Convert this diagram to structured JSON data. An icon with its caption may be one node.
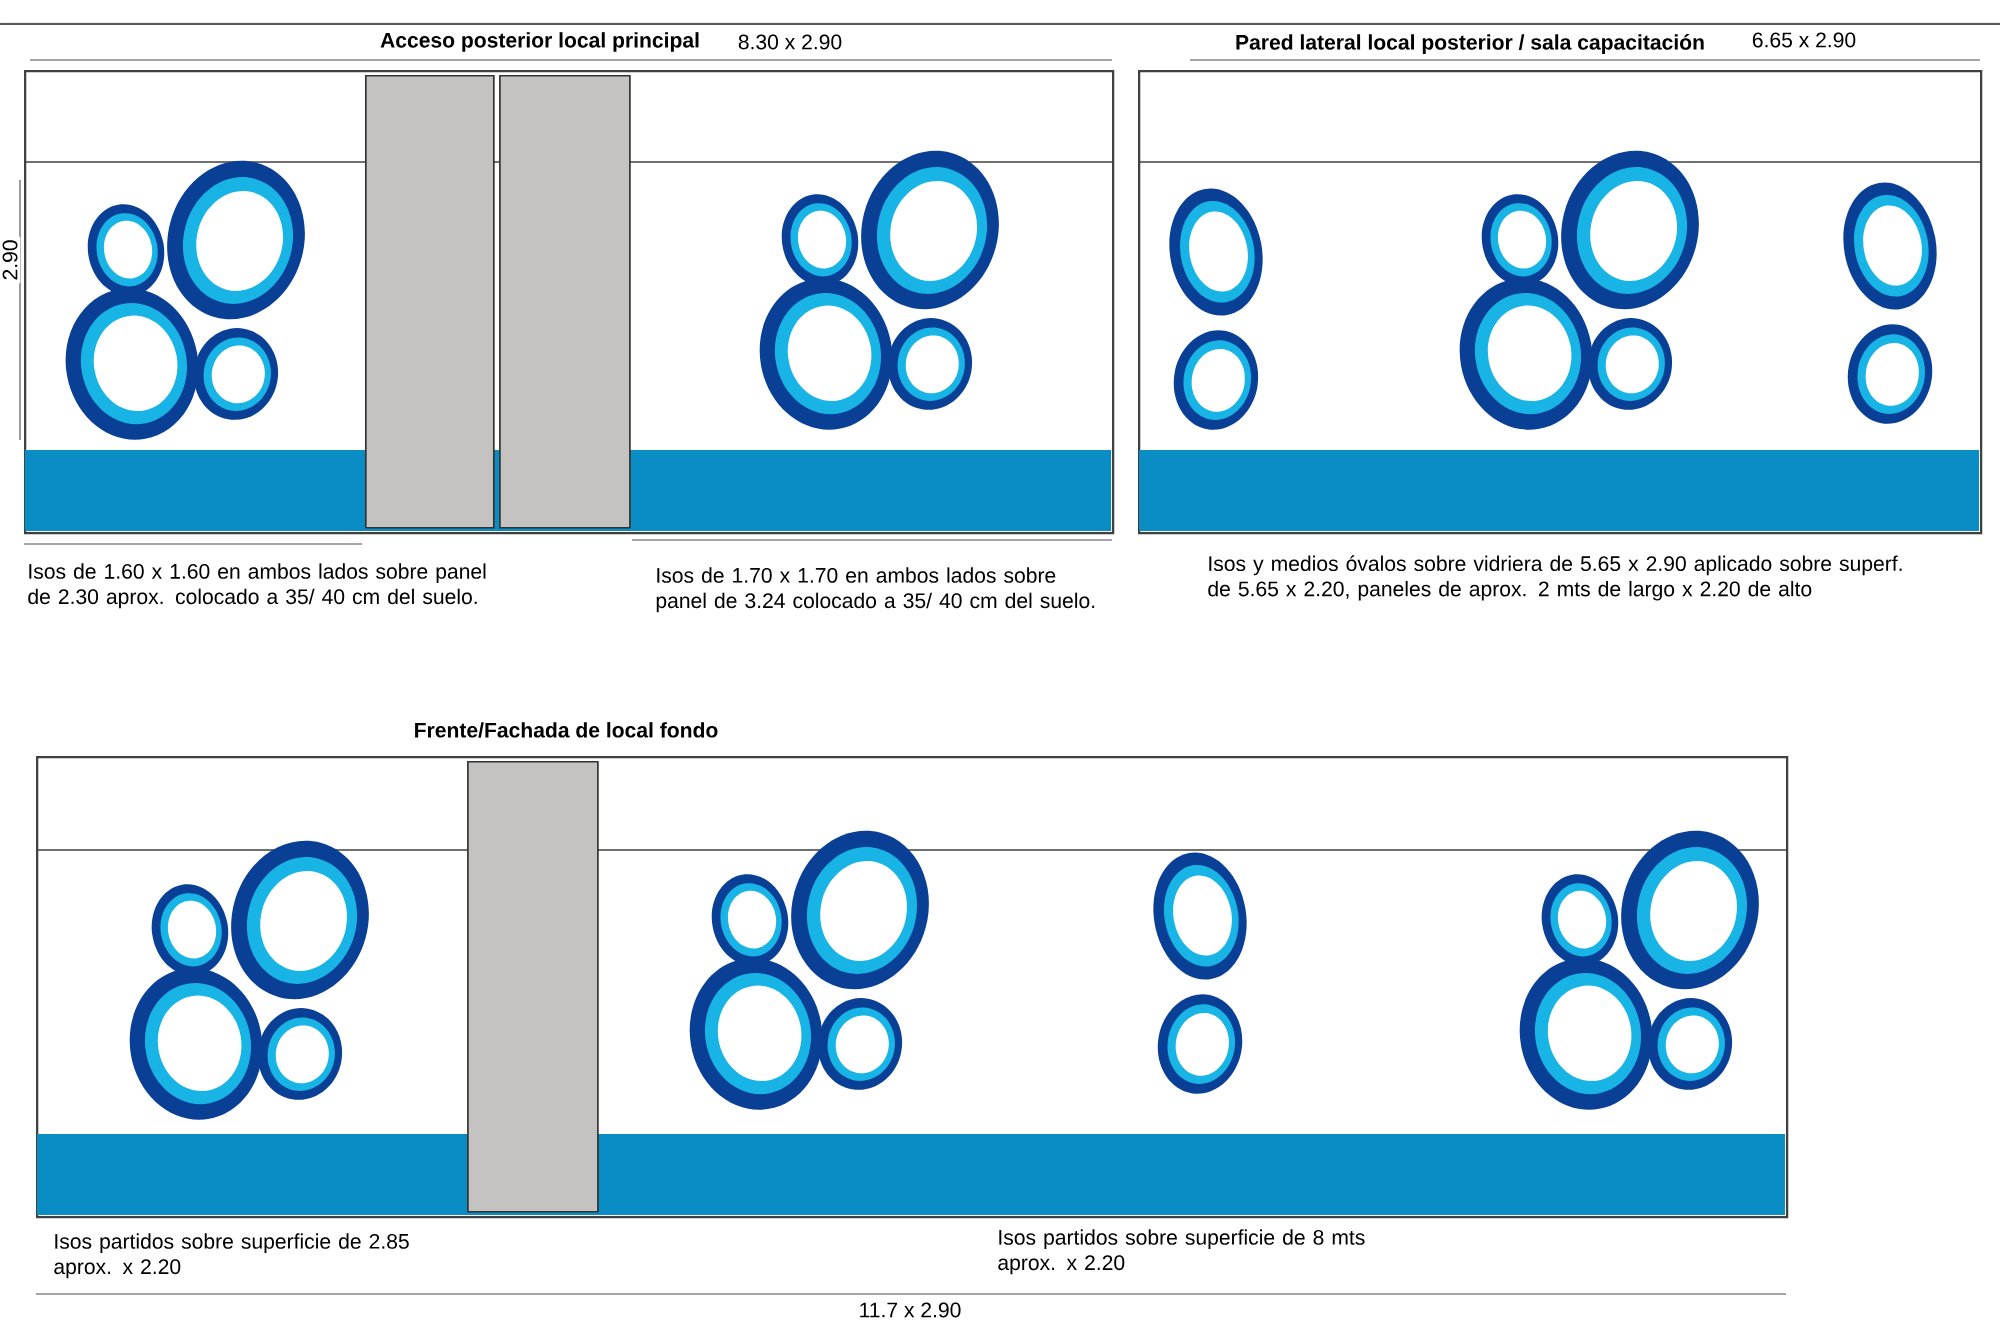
{
  "diagram": {
    "nodes": [
      {
        "text": [],
        "shape": "box"
      },
      {
        "text": [],
        "shape": "box",
        "in": 0
      },
      {
        "text": [],
        "shape": "box",
        "in": 0
      },
      {
        "text": [],
        "shape": "box"
      },
      {
        "text": [],
        "shape": "box"
      },
      {
        "text": [],
        "shape": "box",
        "in": 4
      }
    ],
    "labels": [
      "Acceso posterior local principal",
      "8.30 x 2.90",
      "Pared lateral local posterior / sala capacitación",
      "6.65 x 2.90",
      "2.90",
      "Isos de 1.60 x 1.60 en ambos lados sobre panel de 2.30 aprox. colocado a 35/ 40 cm del suelo.",
      "Isos de 1.70 x 1.70 en ambos lados sobre panel de 3.24 colocado a 35/ 40 cm del suelo.",
      "Isos y medios óvalos sobre vidriera de 5.65 x 2.90 aplicado sobre superf. de 5.65 x 2.20, paneles de aprox. 2 mts de largo x 2.20 de alto",
      "Frente/Fachada de local fondo",
      "Isos partidos sobre superficie de 2.85 aprox. x 2.20",
      "Isos partidos sobre superficie de 8 mts aprox. x 2.20",
      "11.7 x 2.90"
    ]
  }
}
